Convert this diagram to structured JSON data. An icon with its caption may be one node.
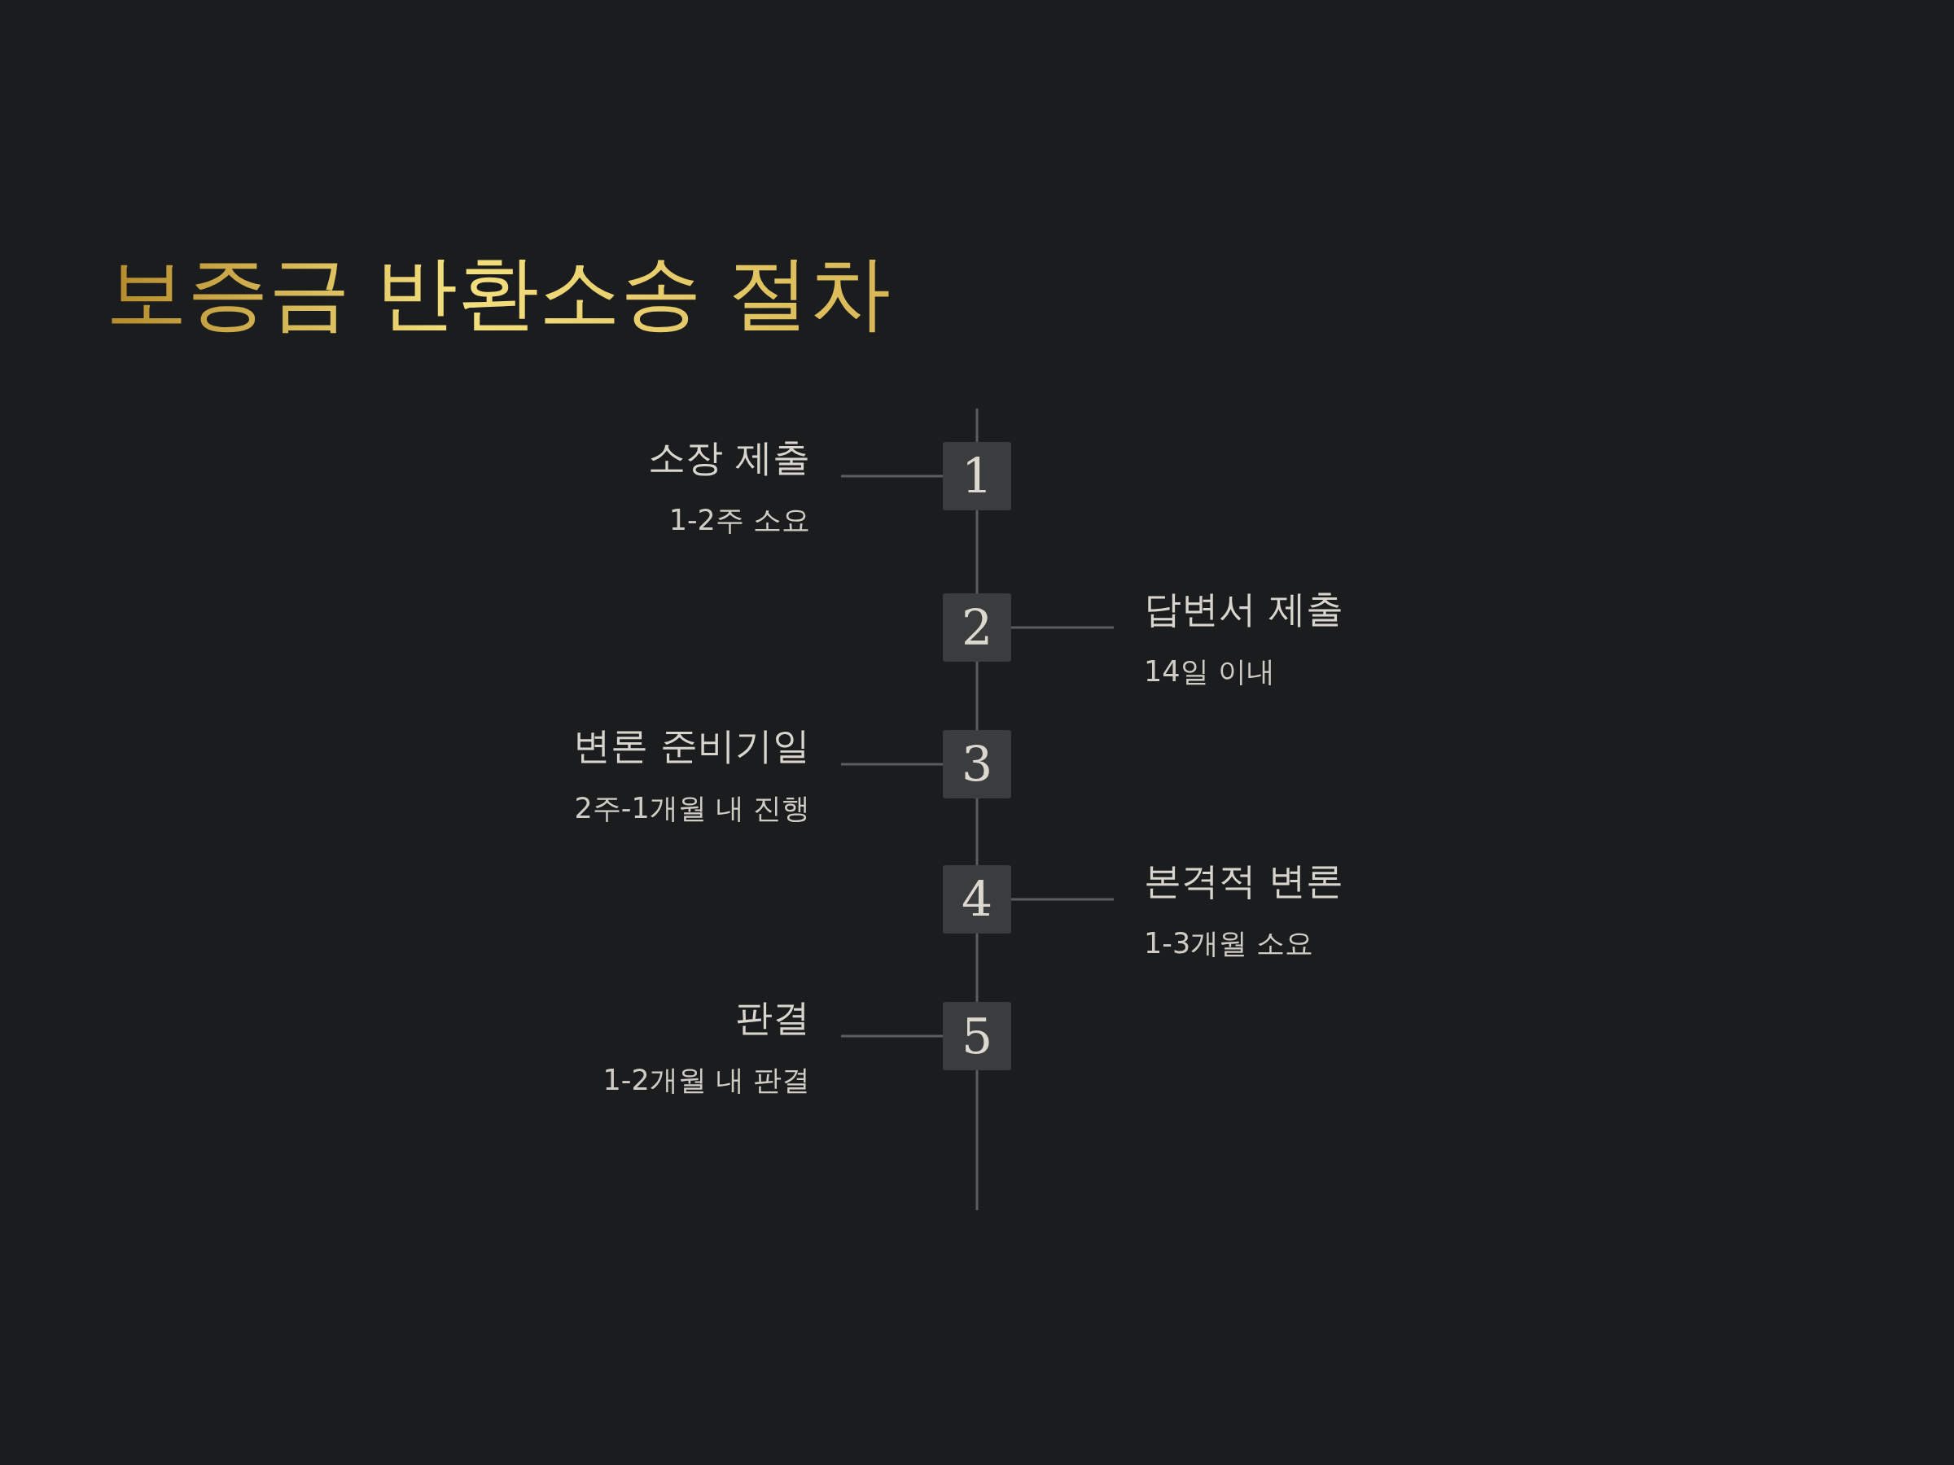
{
  "diagram": {
    "title": "보증금 반환소송 절차",
    "nodes": [
      {
        "text": [
          "1"
        ]
      },
      {
        "text": [
          "2"
        ]
      },
      {
        "text": [
          "3"
        ]
      },
      {
        "text": [
          "4"
        ]
      },
      {
        "text": [
          "5"
        ]
      },
      {
        "text": [
          "소장 제출",
          "1-2주 소요"
        ]
      },
      {
        "text": [
          "답변서 제출",
          "14일 이내"
        ]
      },
      {
        "text": [
          "변론 준비기일",
          "2주-1개월 내 진행"
        ]
      },
      {
        "text": [
          "본격적 변론",
          "1-3개월 소요"
        ]
      },
      {
        "text": [
          "판결",
          "1-2개월 내 판결"
        ]
      }
    ],
    "edges": [
      {
        "from": 5,
        "to": 0,
        "arrow": "none"
      },
      {
        "from": 0,
        "to": 1,
        "arrow": "none"
      },
      {
        "from": 1,
        "to": 6,
        "arrow": "none"
      },
      {
        "from": 1,
        "to": 2,
        "arrow": "none"
      },
      {
        "from": 7,
        "to": 2,
        "arrow": "none"
      },
      {
        "from": 2,
        "to": 3,
        "arrow": "none"
      },
      {
        "from": 3,
        "to": 8,
        "arrow": "none"
      },
      {
        "from": 3,
        "to": 4,
        "arrow": "none"
      },
      {
        "from": 9,
        "to": 4,
        "arrow": "none"
      }
    ]
  }
}
